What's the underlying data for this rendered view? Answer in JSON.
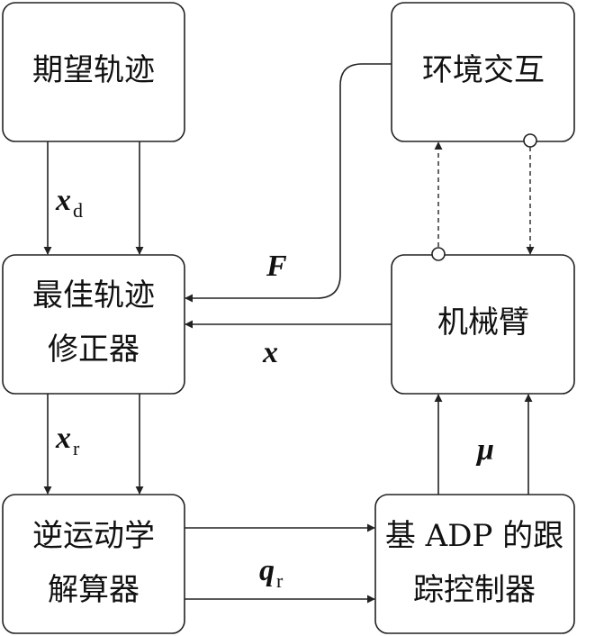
{
  "nodes": {
    "desired_trajectory": "期望轨迹",
    "environment_interaction": "环境交互",
    "optimal_correction_line1": "最佳轨迹",
    "optimal_correction_line2": "修正器",
    "manipulator": "机械臂",
    "inverse_kinematics_line1": "逆运动学",
    "inverse_kinematics_line2": "解算器",
    "adp_controller_line1": "基 ADP 的跟",
    "adp_controller_line2": "踪控制器"
  },
  "signals": {
    "xd": {
      "symbol": "x",
      "subscript": "d"
    },
    "xr": {
      "symbol": "x",
      "subscript": "r"
    },
    "qr": {
      "symbol": "q",
      "subscript": "r"
    },
    "force": {
      "symbol": "F"
    },
    "position": {
      "symbol": "x"
    },
    "control": {
      "symbol": "μ"
    }
  }
}
